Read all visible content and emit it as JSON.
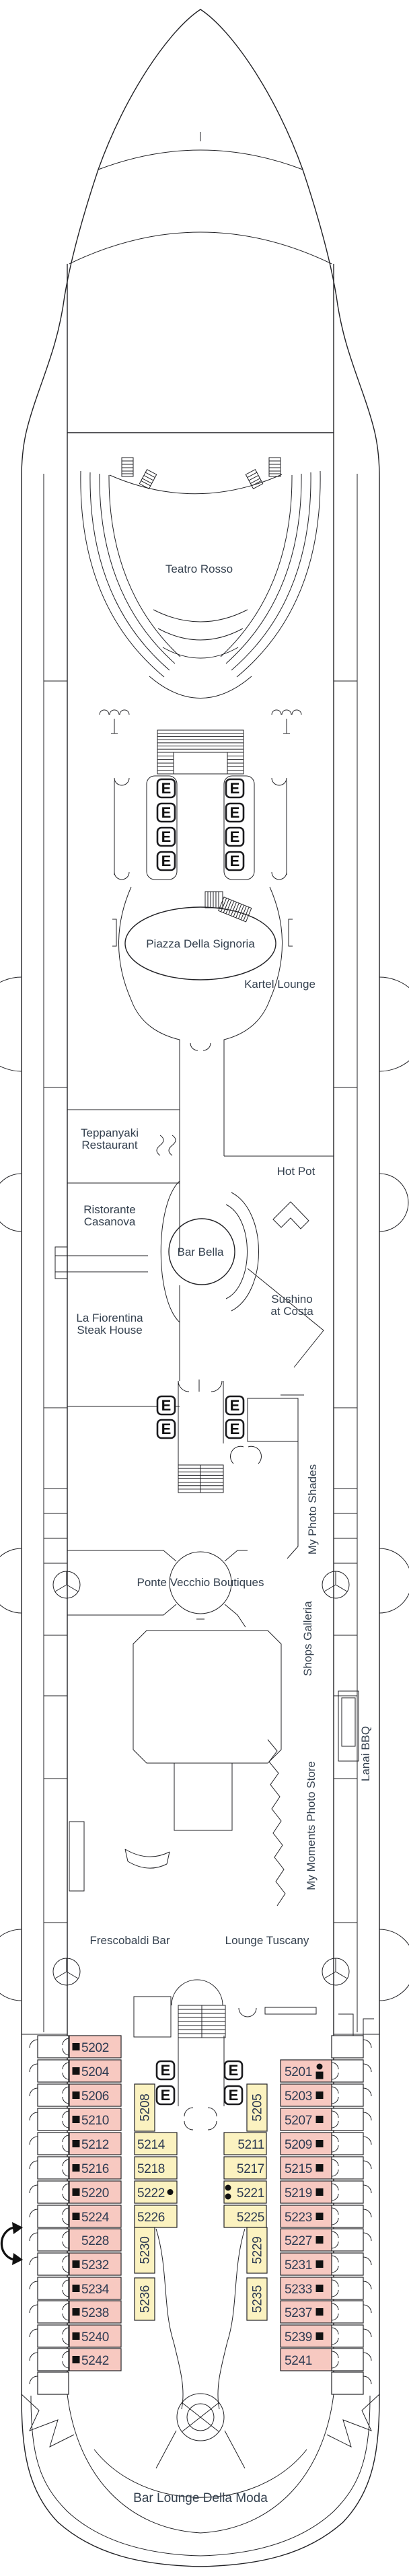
{
  "deck": {
    "bottom_label": "Bar Lounge Della Moda"
  },
  "venues": {
    "teatro": "Teatro Rosso",
    "piazza": "Piazza Della Signoria",
    "kartel": "Kartel Lounge",
    "teppanyaki1": "Teppanyaki",
    "teppanyaki2": "Restaurant",
    "hotpot": "Hot Pot",
    "casanova1": "Ristorante",
    "casanova2": "Casanova",
    "barbella": "Bar Bella",
    "sushino1": "Sushino",
    "sushino2": "at Costa",
    "fiorentina1": "La Fiorentina",
    "fiorentina2": "Steak House",
    "photoshades": "My Photo Shades",
    "boutiques": "Ponte Vecchio Boutiques",
    "galleria": "Shops Galleria",
    "lanai": "Lanai BBQ",
    "photostore": "My Moments Photo Store",
    "frescobaldi": "Frescobaldi Bar",
    "tuscany": "Lounge Tuscany",
    "moda": "Bar Lounge Della Moda"
  },
  "elevator_label": "E",
  "colors": {
    "cabin_pink": "#f7c9c1",
    "cabin_yellow": "#fbf2c0",
    "line": "#222226",
    "text": "#35414f"
  },
  "cabins": {
    "left": [
      {
        "num": "5202",
        "markers": [
          "square"
        ]
      },
      {
        "num": "5204",
        "markers": [
          "square"
        ]
      },
      {
        "num": "5206",
        "markers": [
          "square"
        ]
      },
      {
        "num": "5210",
        "markers": [
          "square"
        ]
      },
      {
        "num": "5212",
        "markers": [
          "square"
        ]
      },
      {
        "num": "5216",
        "markers": [
          "square"
        ]
      },
      {
        "num": "5220",
        "markers": [
          "square"
        ]
      },
      {
        "num": "5224",
        "markers": [
          "square"
        ]
      },
      {
        "num": "5228",
        "markers": []
      },
      {
        "num": "5232",
        "markers": [
          "square"
        ]
      },
      {
        "num": "5234",
        "markers": [
          "square"
        ]
      },
      {
        "num": "5238",
        "markers": [
          "square"
        ]
      },
      {
        "num": "5240",
        "markers": [
          "square"
        ]
      },
      {
        "num": "5242",
        "markers": [
          "square"
        ]
      }
    ],
    "mid_left": [
      {
        "num": "5208",
        "markers": [],
        "vertical": true
      },
      {
        "num": "5214",
        "markers": []
      },
      {
        "num": "5218",
        "markers": []
      },
      {
        "num": "5222",
        "markers": [
          "dot"
        ]
      },
      {
        "num": "5226",
        "markers": []
      },
      {
        "num": "5230",
        "markers": [],
        "vertical": true
      },
      {
        "num": "5236",
        "markers": [],
        "vertical": true
      }
    ],
    "mid_right": [
      {
        "num": "5205",
        "markers": [],
        "vertical": true
      },
      {
        "num": "5211",
        "markers": []
      },
      {
        "num": "5217",
        "markers": []
      },
      {
        "num": "5221",
        "markers": [
          "dot",
          "dot"
        ]
      },
      {
        "num": "5225",
        "markers": []
      },
      {
        "num": "5229",
        "markers": [],
        "vertical": true
      },
      {
        "num": "5235",
        "markers": [],
        "vertical": true
      }
    ],
    "right": [
      {
        "num": "5201",
        "markers": [
          "dot",
          "square"
        ]
      },
      {
        "num": "5203",
        "markers": [
          "square"
        ]
      },
      {
        "num": "5207",
        "markers": [
          "square"
        ]
      },
      {
        "num": "5209",
        "markers": [
          "square"
        ]
      },
      {
        "num": "5215",
        "markers": [
          "square"
        ]
      },
      {
        "num": "5219",
        "markers": [
          "square"
        ]
      },
      {
        "num": "5223",
        "markers": [
          "square"
        ]
      },
      {
        "num": "5227",
        "markers": [
          "square"
        ]
      },
      {
        "num": "5231",
        "markers": [
          "square"
        ]
      },
      {
        "num": "5233",
        "markers": [
          "square"
        ]
      },
      {
        "num": "5237",
        "markers": [
          "square"
        ]
      },
      {
        "num": "5239",
        "markers": [
          "square"
        ]
      },
      {
        "num": "5241",
        "markers": []
      }
    ]
  }
}
